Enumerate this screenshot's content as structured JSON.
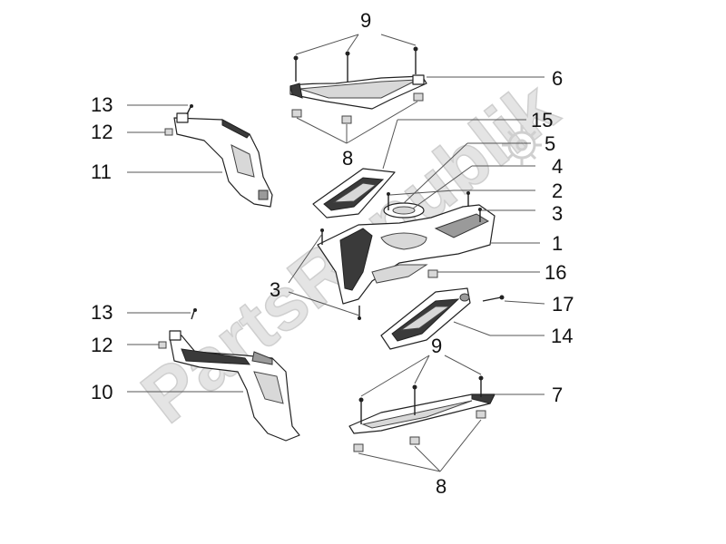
{
  "watermark": {
    "text": "PartsRepublik",
    "icon": "gear-icon",
    "color": "#d8d8d8"
  },
  "callouts": [
    {
      "id": "c9-top",
      "label": "9"
    },
    {
      "id": "c6",
      "label": "6"
    },
    {
      "id": "c8-top",
      "label": "8"
    },
    {
      "id": "c13-top",
      "label": "13"
    },
    {
      "id": "c12-top",
      "label": "12"
    },
    {
      "id": "c11",
      "label": "11"
    },
    {
      "id": "c15",
      "label": "15"
    },
    {
      "id": "c5",
      "label": "5"
    },
    {
      "id": "c4",
      "label": "4"
    },
    {
      "id": "c2",
      "label": "2"
    },
    {
      "id": "c3-right",
      "label": "3"
    },
    {
      "id": "c1",
      "label": "1"
    },
    {
      "id": "c16",
      "label": "16"
    },
    {
      "id": "c3-left",
      "label": "3"
    },
    {
      "id": "c17",
      "label": "17"
    },
    {
      "id": "c14",
      "label": "14"
    },
    {
      "id": "c13-bottom",
      "label": "13"
    },
    {
      "id": "c12-bottom",
      "label": "12"
    },
    {
      "id": "c10",
      "label": "10"
    },
    {
      "id": "c9-bottom",
      "label": "9"
    },
    {
      "id": "c7",
      "label": "7"
    },
    {
      "id": "c8-bottom",
      "label": "8"
    }
  ]
}
